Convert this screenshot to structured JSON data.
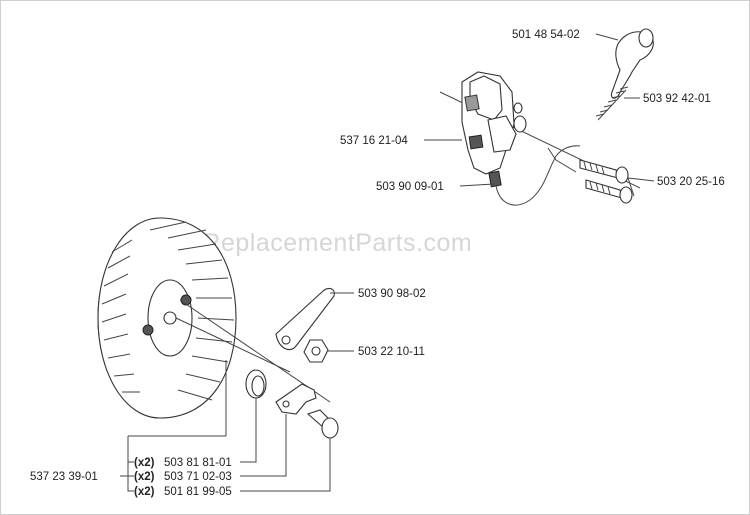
{
  "watermark": "eReplacementParts.com",
  "labels": {
    "p501485402": "501 48 54-02",
    "p503924201": "503 92 42-01",
    "p537162104": "537 16 21-04",
    "p503202516": "503 20 25-16",
    "p503900901": "503 90 09-01",
    "p503909802": "503 90 98-02",
    "p503221011": "503 22 10-11",
    "p537233901": "537 23 39-01",
    "p503818101": "503 81 81-01",
    "p503710203": "503 71 02-03",
    "p501819905": "501 81 99-05"
  },
  "quantities": {
    "q1": "(x2)",
    "q2": "(x2)",
    "q3": "(x2)"
  }
}
